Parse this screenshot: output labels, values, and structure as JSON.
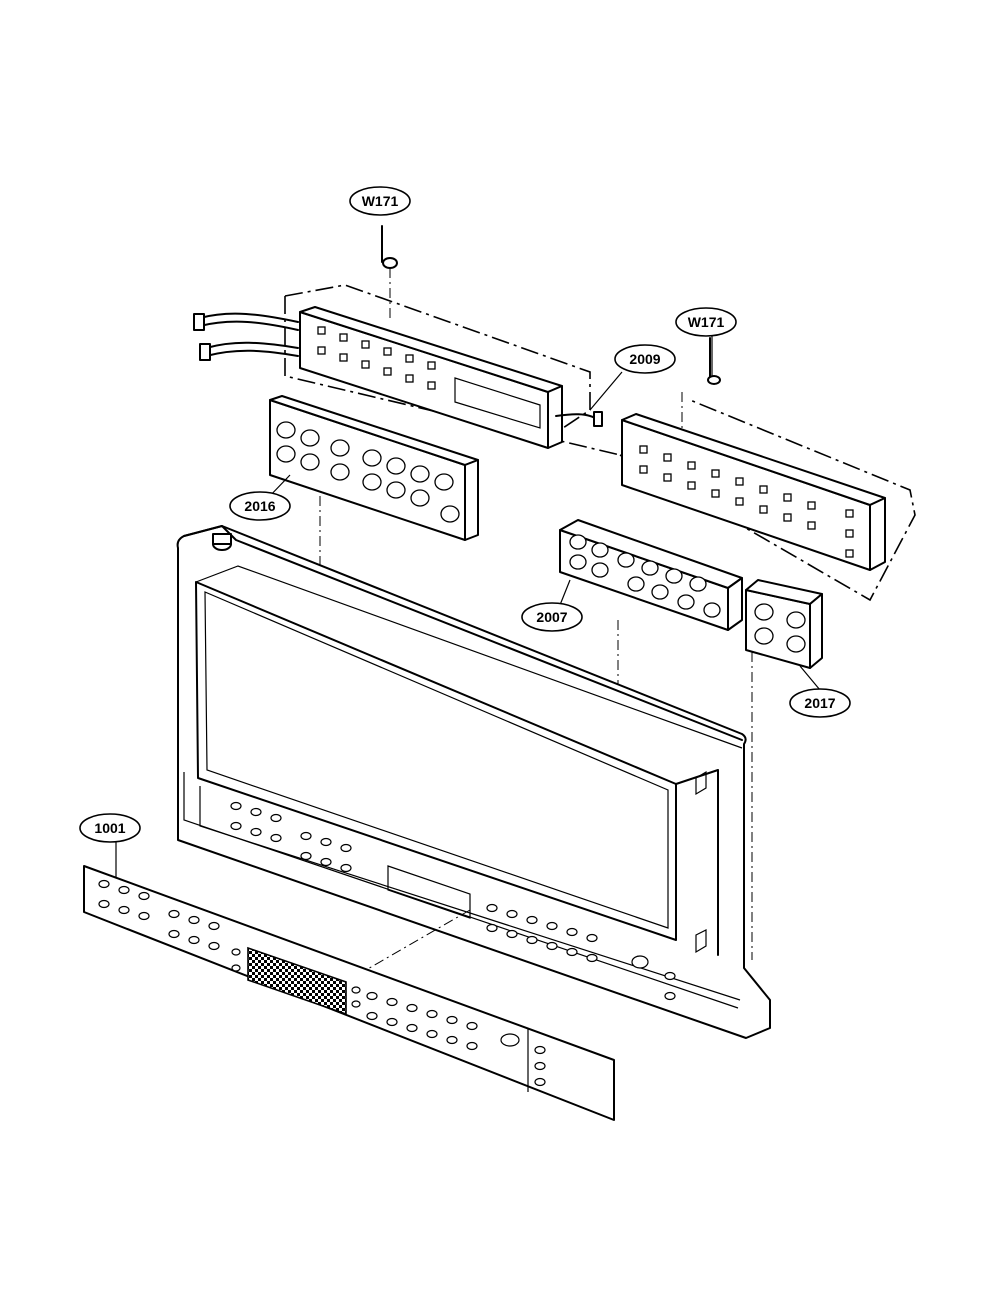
{
  "diagram": {
    "callouts": [
      {
        "id": "w171-top",
        "text": "W171"
      },
      {
        "id": "w171-right",
        "text": "W171"
      },
      {
        "id": "2009",
        "text": "2009"
      },
      {
        "id": "2016",
        "text": "2016"
      },
      {
        "id": "2007",
        "text": "2007"
      },
      {
        "id": "2017",
        "text": "2017"
      },
      {
        "id": "1001",
        "text": "1001"
      }
    ]
  }
}
